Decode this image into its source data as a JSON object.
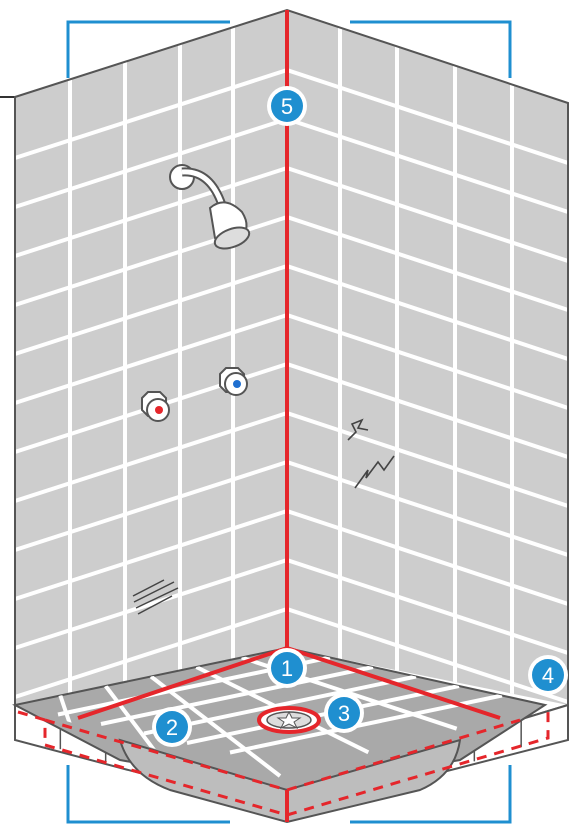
{
  "colors": {
    "background": "#ffffff",
    "wall": "#cdcdcd",
    "wall_shade": "#c3c3c3",
    "grout": "#ffffff",
    "outline": "#555555",
    "sealant_line": "#e5262b",
    "badge_fill": "#1f8fd0",
    "badge_ring": "#ffffff",
    "frame_line": "#1f8fd0",
    "pan_lip": "#ffffff",
    "pan_floor": "#a9a9a9",
    "hot_indicator": "#e5262b",
    "cold_indicator": "#1f6fd0"
  },
  "icons": [
    "shower-head-icon",
    "hot-water-knob-icon",
    "cold-water-knob-icon",
    "drain-icon",
    "crack-icon",
    "scratch-icon"
  ],
  "callouts": [
    {
      "id": "1",
      "target": "pan-corner-seam"
    },
    {
      "id": "2",
      "target": "pan-front-edge"
    },
    {
      "id": "3",
      "target": "drain"
    },
    {
      "id": "4",
      "target": "pan-side-edge"
    },
    {
      "id": "5",
      "target": "wall-corner-seam"
    }
  ]
}
